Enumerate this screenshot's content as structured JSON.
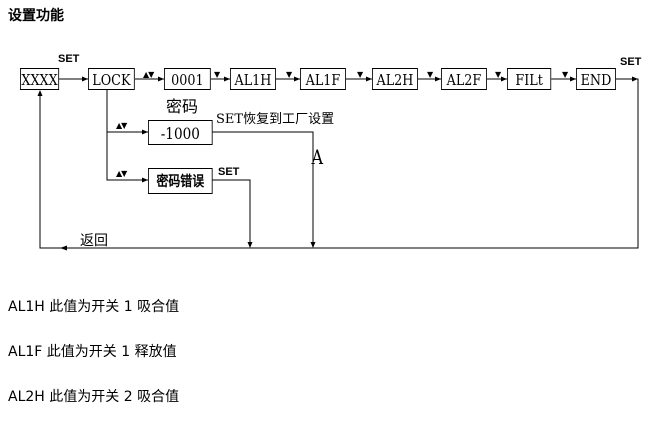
{
  "title": "设置功能",
  "diagram": {
    "set": "SET",
    "arrow_mark": "▲▼",
    "down_mark": "▼",
    "boxes": [
      "XXXX",
      "LOCK",
      "0001",
      "AL1H",
      "AL1F",
      "AL2H",
      "AL2F",
      "FILt",
      "END"
    ],
    "password_label": "密码",
    "reset_value": "-1000",
    "reset_note": "SET恢复到工厂设置",
    "password_error": "密码错误",
    "node_a": "A",
    "return_label": "返回"
  },
  "descriptions": [
    "AL1H  此值为开关 1 吸合值",
    "AL1F  此值为开关 1 释放值",
    "AL2H  此值为开关 2 吸合值"
  ]
}
